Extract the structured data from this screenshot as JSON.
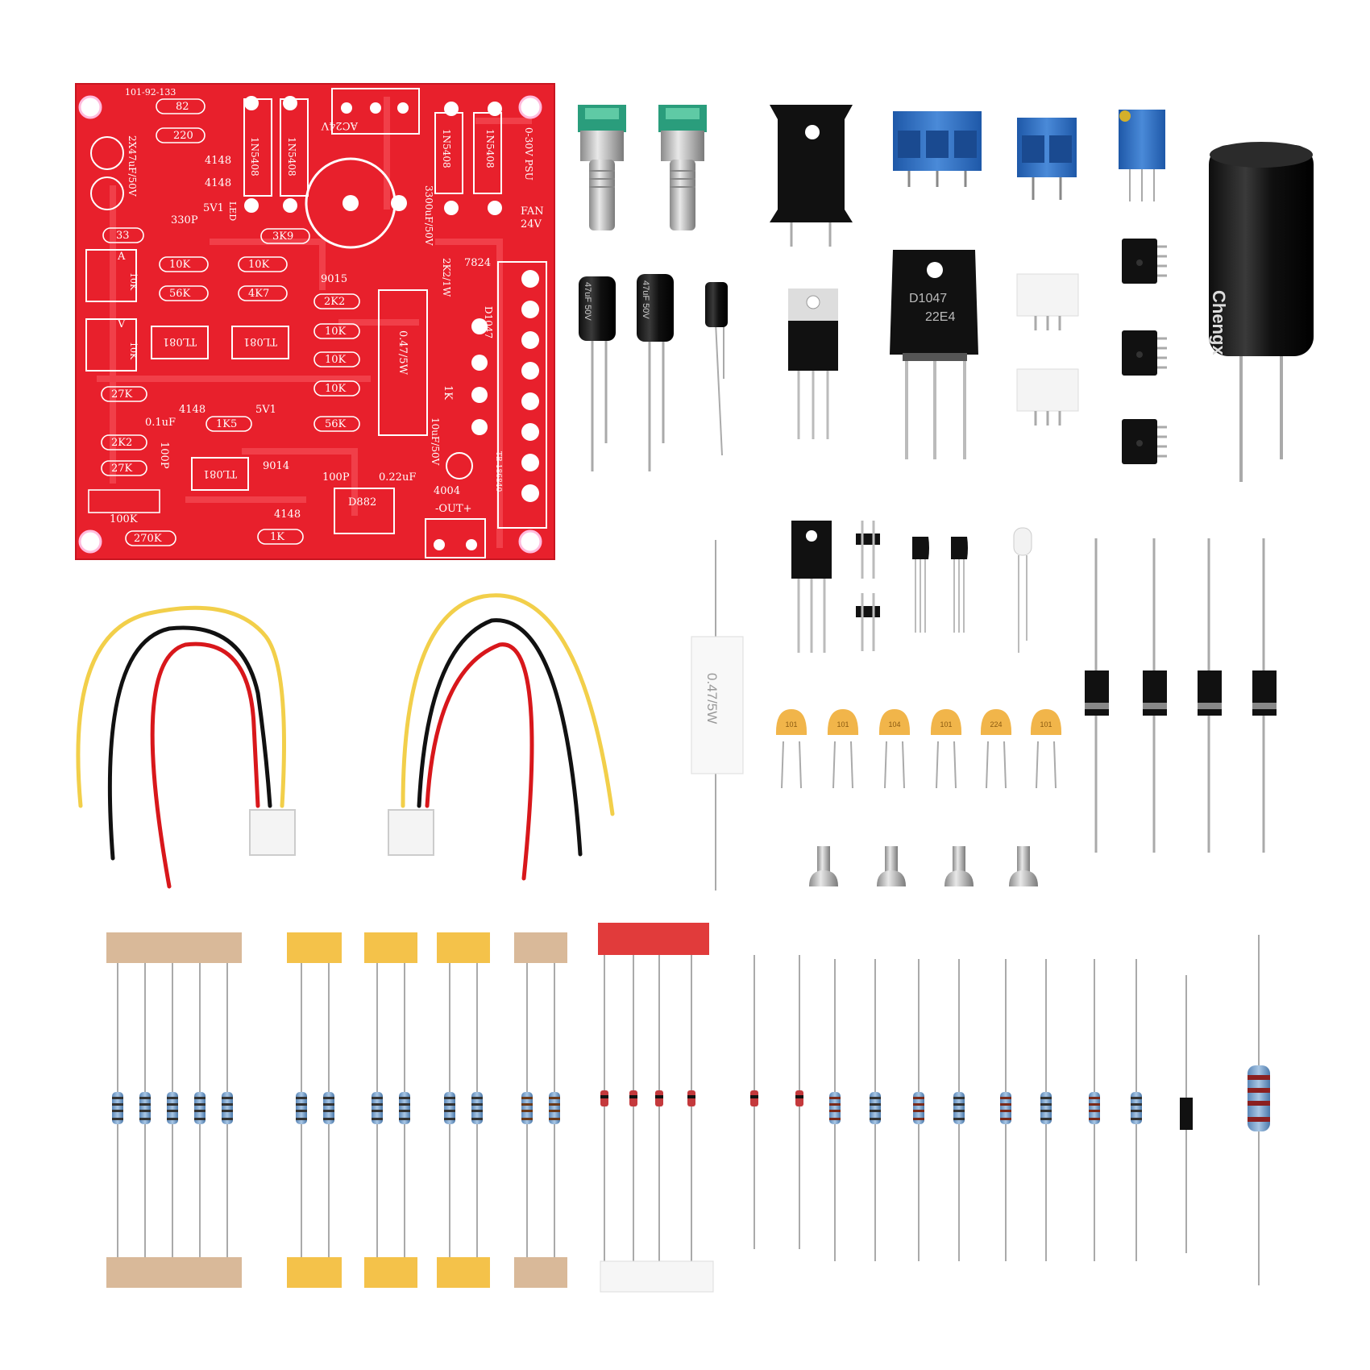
{
  "pcb": {
    "board_id": "101-92-133",
    "labels": {
      "r82": "82",
      "r220": "220",
      "d4148a": "4148",
      "d4148b": "4148",
      "z5v1a": "5V1",
      "cap2x47": "2X47uF/50V",
      "c330p": "330P",
      "led": "LED",
      "r33": "33",
      "r3k9": "3K9",
      "r10ka": "10K",
      "r10kb": "10K",
      "r56ka": "56K",
      "r4k7": "4K7",
      "q9015": "9015",
      "r2k2a": "2K2",
      "r10kc": "10K",
      "r10kd": "10K",
      "r10ke": "10K",
      "ic1": "TL081",
      "ic2": "TL081",
      "ic3": "TL081",
      "r27ka": "27K",
      "d4148c": "4148",
      "z5v1b": "5V1",
      "c01uf": "0.1uF",
      "r1k5": "1K5",
      "r56kb": "56K",
      "r2k2b": "2K2",
      "c100pa": "100P",
      "q9014": "9014",
      "r27kb": "27K",
      "c100pb": "100P",
      "c022uf": "0.22uF",
      "r100k": "100K",
      "d4148d": "4148",
      "q882": "D882",
      "r270k": "270K",
      "r1k": "1K",
      "ac24v": "AC24V",
      "d1n5408a": "1N5408",
      "d1n5408b": "1N5408",
      "d1n5408c": "1N5408",
      "d1n5408d": "1N5408",
      "cap3300": "3300uF/50V",
      "psu": "0-30V PSU",
      "fan": "FAN",
      "fan24v": "24V",
      "reg7824": "7824",
      "r2k21w": "2K2/1W",
      "r047": "0.47/5W",
      "q1047": "D1047",
      "r1ka": "1K",
      "cap10uf": "10uF/50V",
      "d4004": "4004",
      "out": "-OUT+",
      "tb": "TB-186840",
      "amp": "A",
      "volt": "V",
      "pot10ka": "10K",
      "pot10kb": "10K"
    }
  },
  "components": {
    "caps": {
      "small1": "47uF 50V",
      "small2": "47uF 50V",
      "big_brand": "Chengx"
    },
    "transistor_big": {
      "line1": "D1047",
      "line2": "22E4"
    },
    "power_resistor": "0.47/5W",
    "ceramic_caps": [
      "101",
      "101",
      "104",
      "101",
      "224",
      "101"
    ]
  },
  "colors": {
    "pcb_red": "#e8202c",
    "wire_yellow": "#f2cf4a",
    "wire_red": "#d8171b",
    "wire_black": "#111111",
    "terminal_blue": "#2e6fc4",
    "tape_tan": "#d9b999",
    "tape_yellow": "#f4c24a",
    "tape_red": "#e13b3b"
  }
}
